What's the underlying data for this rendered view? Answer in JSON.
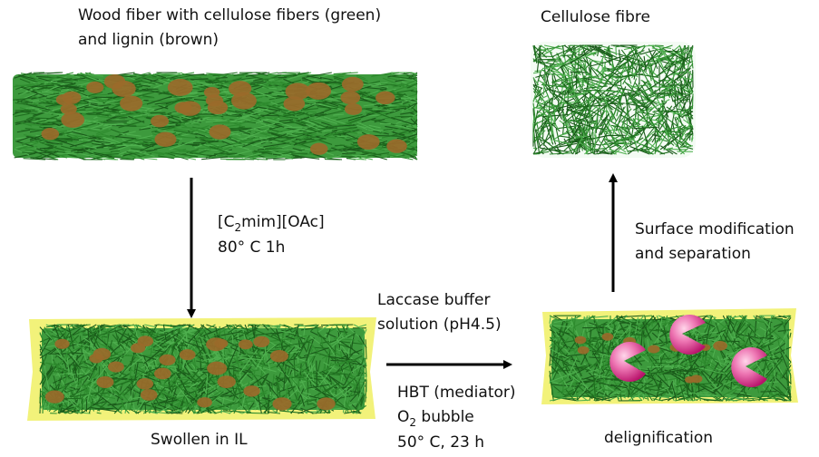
{
  "top_left_caption": {
    "line1": "Wood fiber with cellulose fibers (green)",
    "line2": "and lignin (brown)"
  },
  "top_right_caption": "Cellulose fibre",
  "step1": {
    "prefix": "[C",
    "subscript": "2",
    "suffix": "mim][OAc]",
    "conditions": "80°  C 1h"
  },
  "bottom_left_caption": "Swollen in IL",
  "step2_top": {
    "line1": "Laccase buffer",
    "line2": "solution (pH4.5)"
  },
  "step2_bottom": {
    "line1": "HBT (mediator)",
    "o2_prefix": "O",
    "o2_subscript": "2",
    "o2_suffix": " bubble",
    "line3": "50°  C, 23 h"
  },
  "bottom_right_caption": "delignification",
  "step3": {
    "line1": "Surface modification",
    "line2": "and separation"
  },
  "colors": {
    "fiber_green": "#2e8b2e",
    "fiber_dark_green": "#1f6e1f",
    "lignin_brown": "#9a6a2a",
    "swelling_yellow": "#f2f27a",
    "enzyme_pink": "#e0509a",
    "arrow": "#000000"
  }
}
